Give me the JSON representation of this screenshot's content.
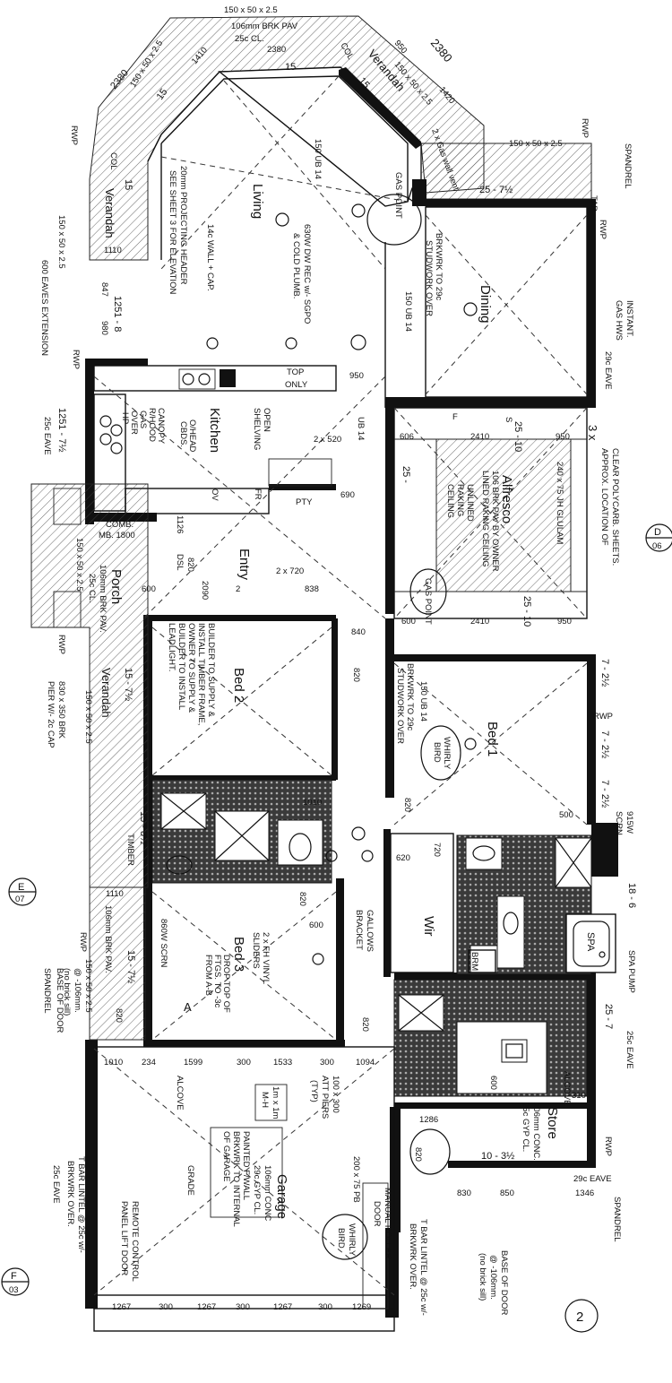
{
  "labels": {
    "verandah_top_beam": "150 x 50 x 2.5",
    "verandah_top_pav": "106mm BRK PAV",
    "verandah_top_ceil": "25c CL.",
    "dim_2380_left": "2380",
    "dim_2380_right": "2380",
    "dim_2380_inner": "2380",
    "dim_1410": "1410",
    "dim_950_top": "950",
    "dim_1420": "1420",
    "beam_left_diag": "150 x 50 x 2.5",
    "beam_right_diag": "150 x 50 x 2.5",
    "col_left": "COL",
    "col_right": "COL",
    "col_left_15": "15",
    "col_right_15": "15",
    "verandah_15_top": "15",
    "verandah_left": "Verandah",
    "verandah_right": "Verandah",
    "gas_wall_vent": "2 x Gas wall vent",
    "rwp_top_left": "RWP",
    "rwp_top_right": "RWP",
    "beam_top_right": "150 x 50 x 2.5",
    "spandrel_top": "SPANDREL",
    "tap": "TAP",
    "rwp_tap": "RWP",
    "deg_25_7_half": "25 - 7½",
    "beam_150ub14_a": "150 UB 14",
    "living": "Living",
    "hw_630": "630W DW REC w/- SGPO",
    "cold_plumb": "& COLD PLUMB.",
    "header_20mm": "20mm PROJECTING HEADER",
    "see_sheet": "SEE SHEET 3 FOR ELEVATION",
    "wall_14c": "14c WALL + CAP.",
    "gas_point_a": "GAS POINT",
    "brkwrk_29c_a": "BRKWRK TO 29c",
    "studwork_a": "STUDWORK OVER",
    "beam_150ub14_b": "150 UB 14",
    "dining": "Dining",
    "instant": "INSTANT.",
    "gas_hws": "GAS HWS",
    "eave_29c": "29c EAVE",
    "left_beam": "150 x 50 x 2.5",
    "eaves_ext": "600 EAVES EXTENSION",
    "rwp_left": "RWP",
    "dim_1110_a": "1110",
    "dim_847": "847",
    "dim_980": "980",
    "deg_1251_8": "1251 - 8",
    "deg_1251_7": "1251 - 7½",
    "eave_25c_left": "25c EAVE",
    "top_only": "TOP",
    "top_only2": "ONLY",
    "dim_950_mid": "950",
    "kitchen": "Kitchen",
    "canopy": "CANOPY",
    "rhood": "R/HOOD",
    "gas_hp": "GAS",
    "over_hp": "OVER",
    "hp": "HP",
    "ohead": "O/HEAD",
    "cbds": "CBDS.",
    "open_shelving": "OPEN",
    "open_shelving2": "SHELVING",
    "fr": "FR",
    "ov": "OV",
    "pty": "PTY",
    "dim_2x520": "2 x 520",
    "beam_ub14_c": "UB 14",
    "dim_606": "606",
    "f_label": "F",
    "s_label": "S",
    "deg_25_10_top": "25 - 10",
    "dim_2410_top": "2410",
    "dim_950_alf": "950",
    "note_3x": "3 x",
    "approx_loc": "APPROX. LOCATION OF",
    "clear_poly": "CLEAR POLYCARB. SHEETS.",
    "glulam": "240 x 75 JH GLULAM",
    "alfresco": "Alfresco",
    "brk_pav_owner": "106 BRK PAV BY OWNER",
    "lined_raking": "LINED RAKING CEILING",
    "unlined_raking": "UNLINED",
    "raking": "RAKING",
    "ceiling": "CEILING",
    "deg_25_left": "25 -",
    "gas_point_b": "GAS POINT",
    "dim_600_alf": "600",
    "dim_2410_bot": "2410",
    "dim_950_alf2": "950",
    "deg_25_10_bot": "25 - 10",
    "section_d": "D",
    "section_d_num": "06",
    "dim_690": "690",
    "dim_1126": "1126",
    "dsl": "DSL",
    "dim_820_kit": "820",
    "dim_2090": "2090",
    "comb": "COMB.",
    "mb_1800": "MB. 1800",
    "entry": "Entry",
    "entry_num": "2",
    "dim_2x720": "2 x 720",
    "dim_838": "838",
    "dim_840": "840",
    "dim_820_entry": "820",
    "dim_600_porch": "600",
    "porch": "Porch",
    "porch_pav": "106mm BRK PAV.",
    "porch_ceil": "25c CL.",
    "porch_beam": "150 x 50 x 2.5",
    "porch_rwp": "RWP",
    "brk_pier": "830 x 350 BRK",
    "pier_cap": "PIER W/- 2c CAP",
    "verandah_porch": "Verandah",
    "deg_15_7_porch": "15 - 7½",
    "porch_beam2": "150 x 50 x 2.5",
    "bed2": "Bed 2",
    "builder_note1": "BUILDER TO SUPPLY &",
    "builder_note2": "INSTALL TIMBER FRAME,",
    "builder_note3": "OWNER TO SUPPLY &",
    "builder_note4": "BUILDER TO INSTALL",
    "builder_note5": "LEADLIGHT.",
    "dim_820_bed2": "820",
    "beam_150ub14_d": "150 UB 14",
    "brkwrk_29c_b": "BRKWRK TO 29c",
    "studwork_b": "STUDWORK OVER",
    "whirly_a": "WHIRLY",
    "bird_a": "BIRD",
    "bed1": "Bed 1",
    "deg_7_2_a": "7 - 2½",
    "rwp_bed1": "RWP",
    "deg_7_2_b": "7 - 2½",
    "deg_7_2_c": "7 - 2½",
    "dim_820_bed1": "820",
    "dim_500": "500",
    "scrn_915": "915W",
    "scrn": "SCRN",
    "dim_1010_bath": "1010",
    "timber": "TIMBER",
    "deg_15_8": "15 - 8½",
    "dim_620": "620",
    "dim_720": "720",
    "wir": "Wir",
    "deg_18_6": "18 - 6",
    "spa": "SPA",
    "spa_pump": "SPA PUMP",
    "gallows": "GALLOWS",
    "bracket": "BRACKET",
    "brm": "BRM",
    "section_e": "E",
    "section_e_num": "07",
    "dim_1110_b": "1110",
    "rwp_bed3": "RWP",
    "pav_bed3": "106mm BRK PAV.",
    "beam_bed3": "150 x 50 x 2.5",
    "base_door_a": "@ -106mm.",
    "brick_sill_a": "(no brick sill)",
    "base_of_door_a": "BASE OF DOOR",
    "spandrel_left": "SPANDREL",
    "scrn_860": "860W SCRN",
    "bed3": "Bed 3",
    "dim_820_bed3a": "820",
    "dim_600_bed3": "600",
    "sliders_1": "2 x FH VINYL",
    "sliders_2": "SLIDERS",
    "drop_top": "DROP TOP OF",
    "ftgs": "FTGS. TO -3c",
    "from_ab": "FROM A-B",
    "point_a": "A",
    "dim_820_bed3b": "820",
    "deg_15_7_bed3": "15 - 7½",
    "dim_820_bed3c": "820",
    "deg_25_7": "25 - 7",
    "eave_25c_right": "25c EAVE",
    "alcove_store": "ALCOVE",
    "store": "Store",
    "store_conc": "106mm CONC.",
    "store_ceil": "25c GYP CL.",
    "dim_600_store": "600",
    "dim_310": "310",
    "dim_1286": "1286",
    "dim_820_store": "820",
    "rwp_store": "RWP",
    "deg_10_3": "10 - 3½",
    "eave_29c_b": "29c EAVE",
    "dim_830": "830",
    "dim_850": "850",
    "dim_1346": "1346",
    "spandrel_right": "SPANDREL",
    "dim_1010_g": "1010",
    "dim_234": "234",
    "dim_1599": "1599",
    "dim_300_a": "300",
    "dim_1533": "1533",
    "dim_300_b": "300",
    "dim_1094": "1094",
    "alcove_garage": "ALCOVE",
    "grade": "GRADE",
    "mh_1": "1m x 1m",
    "mh_2": "M-H",
    "piers_1": "100 x 300",
    "piers_2": "ATT PIERS",
    "piers_3": "(TYP)",
    "pb_200": "200 x 75 PB",
    "painted_1": "PAINTED F/WALL",
    "painted_2": "BRKWRK TO INTERNAL",
    "painted_3": "OF GARAGE",
    "garage": "Garage",
    "garage_conc": "106mm CONC",
    "garage_ceil": "29c GYP CL.",
    "manual_roller": "MANUAL ROLLER",
    "door": "DOOR",
    "whirly_b": "WHIRLY",
    "bird_b": "BIRD",
    "remote_1": "REMOTE CONTROL",
    "remote_2": "PANEL LIFT DOOR",
    "tbar_left_1": "T BAR LINTEL @ 25c w/-",
    "tbar_left_2": "BRKWRK OVER.",
    "eave_25c_gl": "25c EAVE",
    "tbar_right_1": "T BAR LINTEL @ 25c w/-",
    "tbar_right_2": "BRKWRK OVER.",
    "base_door_b1": "BASE OF DOOR",
    "base_door_b2": "@ -106mm.",
    "base_door_b3": "(no brick sill)",
    "dim_1267_a": "1267",
    "dim_300_c": "300",
    "dim_1267_b": "1267",
    "dim_300_d": "300",
    "dim_1267_c": "1267",
    "dim_300_e": "300",
    "dim_1269": "1269",
    "section_f": "F",
    "section_f_num": "03",
    "sheet_num": "2"
  }
}
